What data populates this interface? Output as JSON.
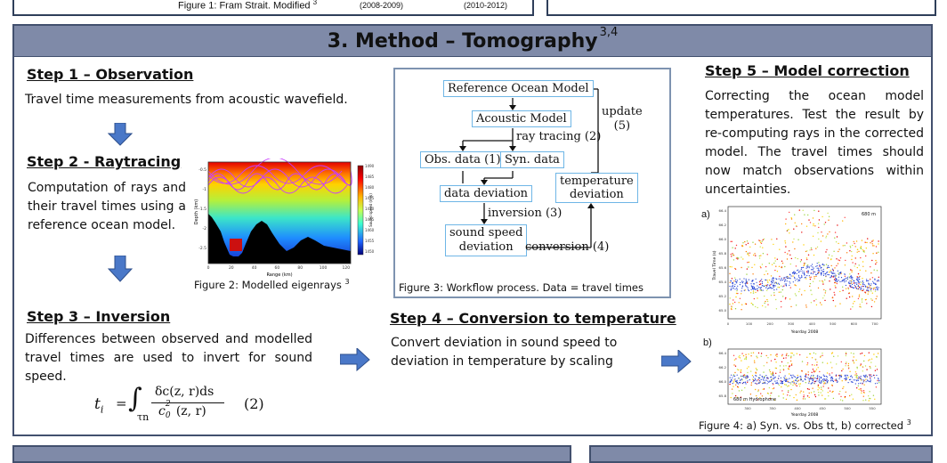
{
  "top": {
    "figure1_caption": "Figure 1: Fram Strait. Modified",
    "figure1_sup": "3",
    "date_left": "(2008-2009)",
    "date_right": "(2010-2012)"
  },
  "section": {
    "title": "3. Method – Tomography",
    "sup": "3,4"
  },
  "steps": {
    "step1": {
      "title": "Step 1 – Observation",
      "text": "Travel time measurements from acoustic wavefield."
    },
    "step2": {
      "title": "Step 2 - Raytracing",
      "text": "Computation of rays and their travel times using a reference ocean model."
    },
    "step3": {
      "title": "Step 3 – Inversion",
      "text": "Differences between observed and modelled travel times are used to invert for sound speed."
    },
    "step4": {
      "title": "Step 4 – Conversion to temperature",
      "text": "Convert deviation in sound speed to deviation in temperature by scaling"
    },
    "step5": {
      "title": "Step 5 – Model correction",
      "text": "Correcting the ocean model temperatures. Test the result by re-computing rays in the corrected model. The travel times should now match observations within uncertainties."
    }
  },
  "equation": {
    "lhs": "t",
    "lhs_sub": "i",
    "equals": "=",
    "integral": "∫",
    "int_sub": "τn",
    "numerator": "δc(z, r)ds",
    "denominator": "c",
    "den_sup": "2",
    "den_sub": "0",
    "den_rest": "(z, r)",
    "number": "(2)"
  },
  "figure2": {
    "caption": "Figure 2: Modelled eigenrays",
    "sup": "3",
    "xlabel": "Range (km)",
    "ylabel": "Depth (km)",
    "colorbar_label": "Sound speed (m/s)",
    "xticks": [
      "0",
      "20",
      "40",
      "60",
      "80",
      "100",
      "120"
    ],
    "yticks": [
      "-0.5",
      "-1",
      "-1.5",
      "-2",
      "-2.5"
    ],
    "cticks": [
      "1490",
      "1485",
      "1480",
      "1475",
      "1470",
      "1465",
      "1460",
      "1455",
      "1450"
    ]
  },
  "figure3": {
    "caption": "Figure 3: Workflow process. Data = travel times",
    "boxes": {
      "reference": "Reference Ocean Model",
      "acoustic": "Acoustic Model",
      "obs": "Obs. data (1)",
      "syn": "Syn. data",
      "deviation": "data deviation",
      "temperature_1": "temperature",
      "temperature_2": "deviation",
      "soundspeed_1": "sound speed",
      "soundspeed_2": "deviation"
    },
    "labels": {
      "raytracing": "ray tracing (2)",
      "update_1": "update",
      "update_2": "(5)",
      "inversion": "inversion (3)",
      "conversion": "conversion (4)"
    }
  },
  "figure4": {
    "caption": "Figure 4: a) Syn. vs. Obs tt, b) corrected",
    "sup": "3",
    "label_a": "a)",
    "label_b": "b)",
    "tag_a": "680 m",
    "tag_b": "680 m Hydrophone",
    "xlabel": "Yearday 2008",
    "ylabel": "Travel Time (s)",
    "xticks_a": [
      "0",
      "100",
      "200",
      "300",
      "400",
      "500",
      "600",
      "700"
    ],
    "xticks_b": [
      "300",
      "350",
      "400",
      "450",
      "500",
      "550"
    ],
    "yticks_a": [
      "66.4",
      "66.2",
      "66.0",
      "65.8",
      "65.6",
      "65.4",
      "65.2",
      "65.0"
    ],
    "yticks_b": [
      "66.4",
      "66.2",
      "66.0",
      "65.8"
    ]
  }
}
